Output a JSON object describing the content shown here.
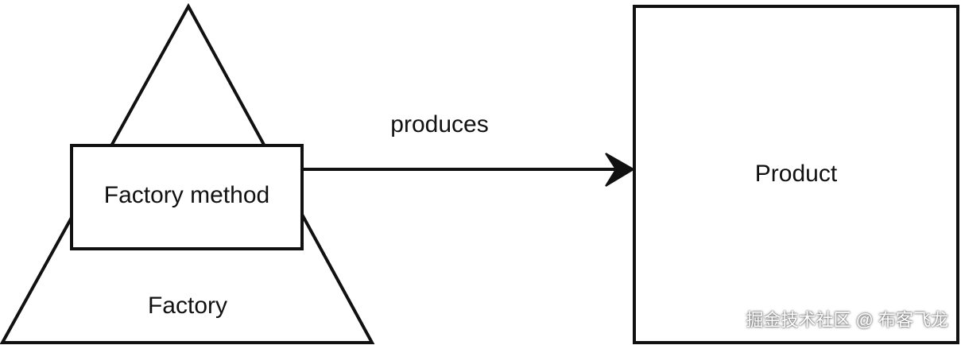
{
  "diagram": {
    "factory_method_label": "Factory method",
    "factory_label": "Factory",
    "arrow_label": "produces",
    "product_label": "Product"
  },
  "watermark": {
    "text": "掘金技术社区 @ 布客飞龙"
  },
  "colors": {
    "stroke": "#111111",
    "background": "#ffffff"
  }
}
